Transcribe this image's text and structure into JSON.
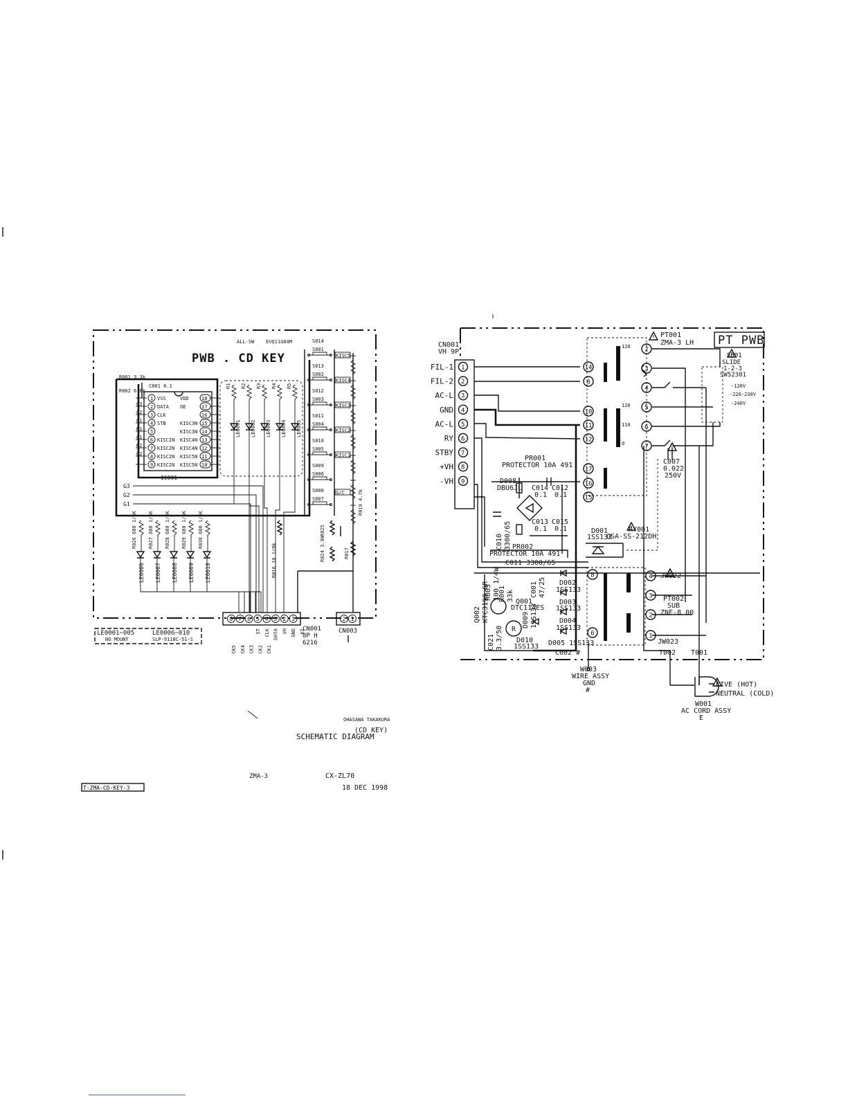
{
  "left": {
    "title": "PWB . CD KEY",
    "switch_note": "ALL-SW",
    "switch_part": "EVQ11G04M",
    "ic": {
      "name": "IC001",
      "left_pins": [
        {
          "num": "1",
          "label": "VSS"
        },
        {
          "num": "2",
          "label": "DATA"
        },
        {
          "num": "3",
          "label": "CLK"
        },
        {
          "num": "4",
          "label": "STB"
        },
        {
          "num": "5",
          "label": ""
        },
        {
          "num": "6",
          "label": "KISCIN"
        },
        {
          "num": "7",
          "label": "KISC2N"
        },
        {
          "num": "8",
          "label": "KISC2N"
        },
        {
          "num": "9",
          "label": "KISC2N"
        }
      ],
      "right_pins": [
        {
          "num": "18",
          "label": "VDD"
        },
        {
          "num": "17",
          "label": "OE"
        },
        {
          "num": "16",
          "label": ""
        },
        {
          "num": "15",
          "label": "KISC3N"
        },
        {
          "num": "14",
          "label": "KISC3N"
        },
        {
          "num": "13",
          "label": "KISC4N"
        },
        {
          "num": "12",
          "label": "KISC4N"
        },
        {
          "num": "11",
          "label": "KISC5N"
        },
        {
          "num": "10",
          "label": "KISC5N"
        }
      ]
    },
    "r001": "R001 3.3k",
    "r002": "R002 6.8k",
    "c001": "C001 0.1",
    "g_lines": [
      "G3",
      "G2",
      "G1"
    ],
    "g_inner": [
      "G3",
      "G2",
      "G1",
      "R1",
      "G1",
      "R2",
      "G2"
    ],
    "switches": [
      "S014",
      "S001",
      "S013",
      "S002",
      "S012",
      "S003",
      "S011",
      "S004",
      "S010",
      "S005",
      "S009",
      "S006",
      "S008",
      "S007"
    ],
    "key_labels": [
      "KISC5",
      "KISC4",
      "KISC3",
      "KISC2",
      "KISC1",
      "G/C"
    ],
    "top_resistors": [
      "R1",
      "R2",
      "R3",
      "R4",
      "R5"
    ],
    "leds_top": [
      "LE0001",
      "LE0002",
      "LE0003",
      "LE0004",
      "LE0005"
    ],
    "leds_bottom": [
      "LE0006",
      "LE0007",
      "LE0008",
      "LE0009",
      "LE0010"
    ],
    "bottom_resistors": [
      "R026 680 1/6K",
      "R027 680 1/6K",
      "R028 680 1/6K",
      "R029 680 1/6K",
      "R030 680 1/6K"
    ],
    "misc_resistors": [
      "R025",
      "R024 3.9k",
      "R017",
      "R019 4.7k",
      "R016 10 1/8k"
    ],
    "cn001": {
      "name": "CN001",
      "type": "8P H",
      "part": "6216",
      "pins": [
        "8",
        "7",
        "6",
        "5",
        "4",
        "3",
        "2",
        "1"
      ],
      "pin_names": [
        "ST",
        "CLK",
        "DATA",
        "VH",
        "GND",
        "KI"
      ],
      "lower_labels": [
        "CK5",
        "CK4",
        "CK3",
        "CK2",
        "CK1"
      ]
    },
    "cn003": {
      "name": "CN003",
      "pins": [
        "2",
        "1"
      ]
    },
    "note_a": "LE0001~005",
    "note_a_sub": "NO MOUNT",
    "note_b": "LE0006~010",
    "note_b_sub": "SLP-9118C-51-S",
    "signatures": "OHASAWA  TAKAKURA",
    "block": "(CD KEY)",
    "diagram": "SCHEMATIC DIAGRAM",
    "model": "ZMA-3",
    "product": "CX-ZL70",
    "date": "18 DEC 1998",
    "doc_id": "T-ZMA-CD-KEY-3"
  },
  "right": {
    "title": "PT PWB",
    "cn001": "CN001",
    "cn001_type": "VH 9P",
    "pins": [
      {
        "num": "1",
        "label": "FIL-1"
      },
      {
        "num": "2",
        "label": "FIL-2"
      },
      {
        "num": "3",
        "label": "AC-L"
      },
      {
        "num": "4",
        "label": "GND"
      },
      {
        "num": "5",
        "label": "AC-L"
      },
      {
        "num": "6",
        "label": "RY"
      },
      {
        "num": "7",
        "label": "STBY"
      },
      {
        "num": "8",
        "label": "+VH"
      },
      {
        "num": "9",
        "label": "-VH"
      }
    ],
    "pt001": "PT001",
    "pt001_part": "ZMA-3 LH",
    "pt001_taps": [
      "2",
      "3",
      "4",
      "5",
      "6",
      "7",
      "14",
      "8",
      "10",
      "11",
      "12",
      "17",
      "16",
      "15"
    ],
    "tap_labels": [
      "120",
      "120",
      "110",
      "0"
    ],
    "s001": "S001",
    "s001_type": "SLIDE",
    "s001_pos": "1-2-3",
    "s001_part": "SW52301",
    "voltages": [
      "-120V",
      "-220-230V",
      "-240V"
    ],
    "c007": "C007",
    "c007_val": "0.022",
    "c007_v": "250V",
    "pr001": "PR001",
    "pr001_val": "PROTECTOR 10A 491",
    "pr002": "PR002",
    "pr002_val": "PROTECTOR 10A 491",
    "d008": "D008",
    "d008_part": "DBU6JL",
    "c014": "C014",
    "c014_val": "0.1",
    "c012": "C012",
    "c012_val": "0.1",
    "c013": "C013",
    "c013_val": "0.1",
    "c015": "C015",
    "c015_val": "0.1",
    "c010": "C010",
    "c010_val": "3300/65",
    "c011": "C011 3300/65",
    "d001": "D001",
    "d001_part": "1SS133",
    "ry001": "RY001",
    "ry001_part": "OSA-SS-212DH",
    "r003": "R003",
    "r003_val": "100 1/4W",
    "r001": "R001",
    "r001_val": "33k",
    "q001": "Q001",
    "q001_part": "DTC114ES",
    "q002": "Q002",
    "q002_part": "KTC3199 GR",
    "c001": "C001",
    "c001_val": "47/25",
    "c021": "C021",
    "c021_val": "3.3/50",
    "d002": "D002",
    "d002_part": "1SS133",
    "d003": "D003",
    "d003_part": "1SS133",
    "d004": "D004",
    "d004_part": "1SS133",
    "d005": "D005 1SS133",
    "d009": "D009",
    "d009_part": "1SS133",
    "d010": "D010",
    "d010_part": "1SS133",
    "c002": "C002 #",
    "pt002": "PT002",
    "pt002_type": "SUB",
    "pt002_part": "ZNF-8 00",
    "pt002_taps": [
      "4",
      "3",
      "2",
      "1",
      "8",
      "6"
    ],
    "jw022": "JW022",
    "jw023": "JW023",
    "t002": "T002",
    "t001": "T001",
    "w003": "W003",
    "w003_type": "WIRE ASSY",
    "w003_gnd": "GND",
    "w003_hash": "#",
    "live": "LIVE (HOT)",
    "neutral": "NEUTRAL (COLD)",
    "w001": "W001",
    "w001_type": "AC CORD ASSY",
    "w001_sub": "E",
    "warning_icon": "warning-triangle-icon"
  }
}
